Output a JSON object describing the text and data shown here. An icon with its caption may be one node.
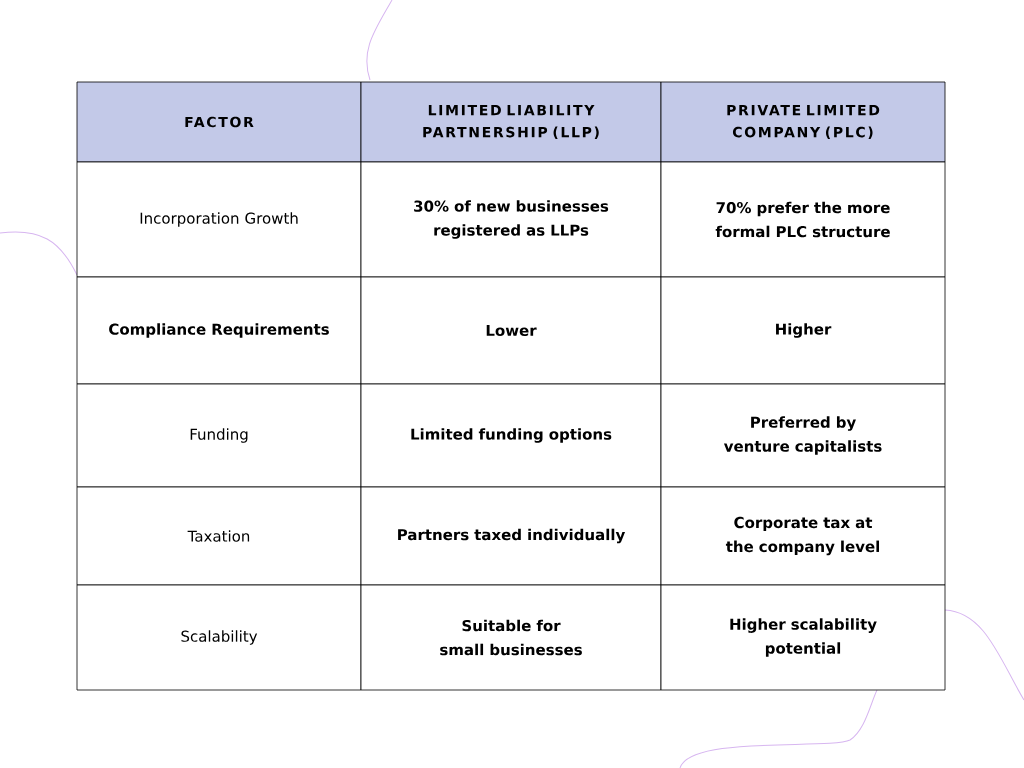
{
  "diagram": {
    "labels": [
      "FACTOR",
      "LIMITED LIABILITY PARTNERSHIP (LLP)",
      "PRIVATE LIMITED COMPANY (PLC)",
      "Incorporation Growth",
      "30% of new businesses registered as LLPs",
      "70% prefer the more formal PLC structure",
      "Compliance Requirements",
      "Lower",
      "Higher",
      "Funding",
      "Limited funding options",
      "Preferred by venture capitalists",
      "Taxation",
      "Partners taxed individually",
      "Corporate tax at the company level",
      "Scalability",
      "Suitable for small businesses",
      "Higher scalability potential"
    ]
  }
}
